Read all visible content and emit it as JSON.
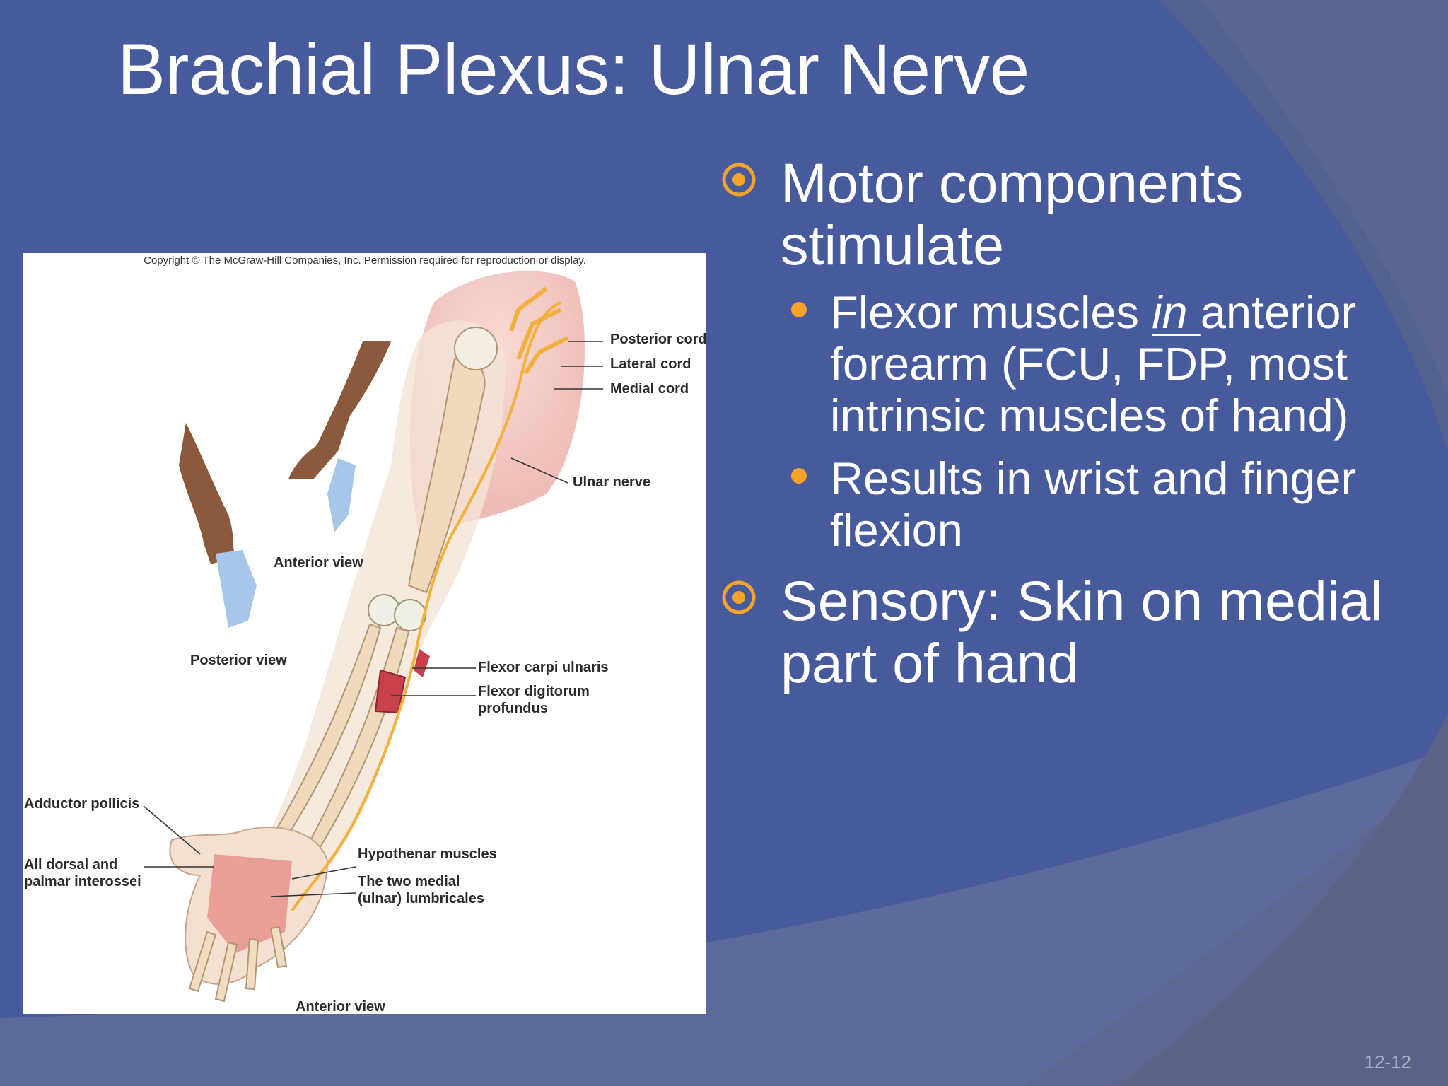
{
  "slide": {
    "title": "Brachial Plexus: Ulnar Nerve",
    "slide_number": "12-12",
    "colors": {
      "background": "#475a9c",
      "bullet_accent": "#f5a32a",
      "text": "#ffffff"
    }
  },
  "bullets": [
    {
      "text": "Motor components stimulate"
    },
    {
      "text": "Sensory: Skin on medial part of hand"
    }
  ],
  "sub_bullets": [
    {
      "pre": "Flexor muscles ",
      "em": "in ",
      "post": "anterior forearm (FCU, FDP, most intrinsic muscles of hand)"
    },
    {
      "text": "Results in wrist and finger flexion"
    }
  ],
  "figure": {
    "copyright": "Copyright © The McGraw-Hill Companies, Inc. Permission required for reproduction or display.",
    "labels": {
      "posterior_cord": "Posterior cord",
      "lateral_cord": "Lateral cord",
      "medial_cord": "Medial cord",
      "ulnar_nerve": "Ulnar nerve",
      "anterior_view_top": "Anterior view",
      "posterior_view": "Posterior view",
      "flexor_carpi_ulnaris": "Flexor carpi ulnaris",
      "flexor_digitorum_1": "Flexor digitorum",
      "flexor_digitorum_2": "profundus",
      "adductor_pollicis": "Adductor pollicis",
      "interossei_1": "All dorsal and",
      "interossei_2": "palmar interossei",
      "hypothenar": "Hypothenar muscles",
      "lumbricales_1": "The two medial",
      "lumbricales_2": "(ulnar) lumbricales",
      "anterior_view_bottom": "Anterior view"
    }
  }
}
